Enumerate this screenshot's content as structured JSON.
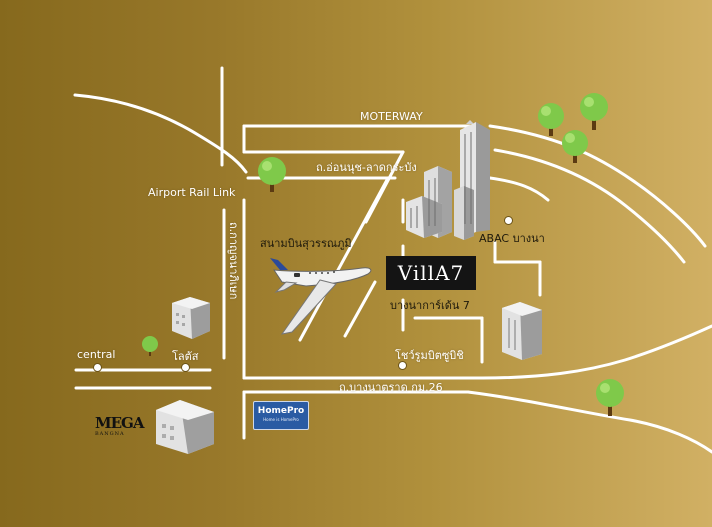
{
  "colors": {
    "background_left": "#86691d",
    "background_right": "#d1b064",
    "road": "#ffffff",
    "tree": "#7fc94a",
    "logo_bg": "#141414",
    "homepro_bg": "#2a5ba3"
  },
  "labels": {
    "motorway": "MOTERWAY",
    "onnut_road": "ถ.อ่อนนุช-ลาดกระบัง",
    "airport_rail_link": "Airport Rail Link",
    "airport": "สนามบินสุวรรณภูมิ",
    "abac": "ABAC บางนา",
    "kanchanaphisek": "ถ.กาญจนาภิเษก",
    "villa_address": "บางนาการ์เด้น 7",
    "central": "central",
    "lotus": "โลตัส",
    "showroom": "โชว์รูมบิตซูบิชิ",
    "bangna_trad": "ถ.บางนาตราด กม.26"
  },
  "logos": {
    "villa": "VillA7",
    "homepro_title": "HomePro",
    "homepro_tag": "Home is HomePro",
    "mega": "MEGA",
    "mega_sub": "BANGNA"
  },
  "icons": [
    "tree-icon",
    "building-icon",
    "airplane-icon",
    "location-dot-icon"
  ]
}
